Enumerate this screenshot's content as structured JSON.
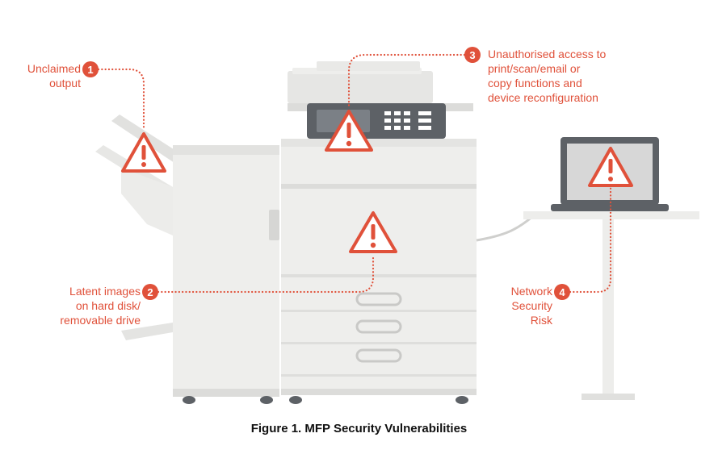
{
  "figure_caption": "Figure 1. MFP Security Vulnerabilities",
  "colors": {
    "accent": "#e0513a",
    "machine_light": "#eeeeec",
    "machine_mid": "#dcdcda",
    "panel_dark": "#5d6166",
    "laptop_screen": "#d7d7d7"
  },
  "callouts": [
    {
      "number": "1",
      "text": "Unclaimed\noutput"
    },
    {
      "number": "2",
      "text": "Latent images\non hard disk/\nremovable drive"
    },
    {
      "number": "3",
      "text": "Unauthorised access to\nprint/scan/email or\ncopy functions and\ndevice reconfiguration"
    },
    {
      "number": "4",
      "text": "Network\nSecurity\nRisk"
    }
  ],
  "icons": [
    "warning-triangle-icon",
    "numbered-badge-icon"
  ]
}
